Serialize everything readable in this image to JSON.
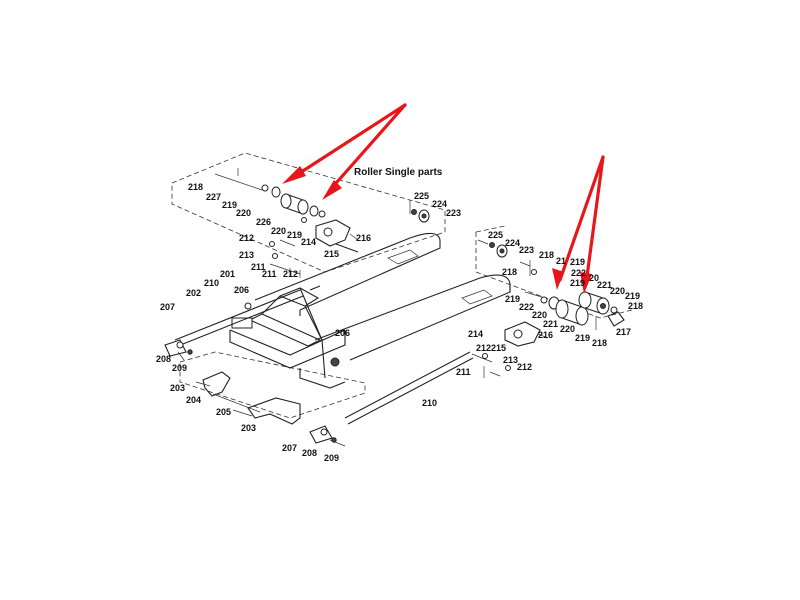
{
  "diagram": {
    "title": "Roller Single parts",
    "colors": {
      "arrow": "#e8161b",
      "line": "#222222",
      "background": "#ffffff"
    },
    "labels": {
      "l218a": "218",
      "l227": "227",
      "l219a": "219",
      "l220a": "220",
      "l226": "226",
      "l220b": "220",
      "l219b": "219",
      "l214a": "214",
      "l215a": "215",
      "l216a": "216",
      "l225a": "225",
      "l224a": "224",
      "l223a": "223",
      "l212a": "212",
      "l213a": "213",
      "l211a": "211",
      "l212b": "212",
      "l201": "201",
      "l210a": "210",
      "l206a": "206",
      "l202": "202",
      "l207a": "207",
      "l206b": "206",
      "l208a": "208",
      "l209a": "209",
      "l203a": "203",
      "l204": "204",
      "l205": "205",
      "l203b": "203",
      "l210b": "210",
      "l207b": "207",
      "l208b": "208",
      "l209b": "209",
      "l225b": "225",
      "l224b": "224",
      "l223b": "223",
      "l218b": "218",
      "l218c": "218",
      "l217a": "21",
      "l219c": "219",
      "l222a": "222",
      "l219d": "219",
      "l220c": "20",
      "l221a": "221",
      "l220d": "220",
      "l219e": "219",
      "l218d": "218",
      "l217b": "217",
      "l219f": "219",
      "l222b": "222",
      "l220e": "220",
      "l221b": "221",
      "l220f": "220",
      "l219g": "219",
      "l218e": "218",
      "l214b": "214",
      "l216b": "216",
      "l215b": "215",
      "l212c": "212",
      "l213b": "213",
      "l211b": "211",
      "l212d": "212",
      "l211c": "211"
    }
  }
}
